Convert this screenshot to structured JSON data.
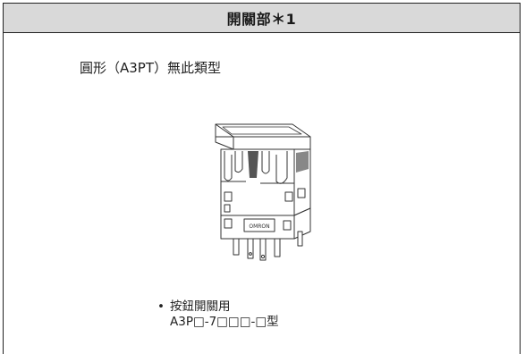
{
  "header": {
    "title": "開關部＊1"
  },
  "content": {
    "note": "圓形（A3PT）無此類型",
    "figure_icon": "pushbutton-switch-illustration",
    "figure_label": "OMRON",
    "bullet_symbol": "•",
    "bullet_title": "按鈕開關用",
    "bullet_model": "A3P□-7□□□-□型"
  }
}
